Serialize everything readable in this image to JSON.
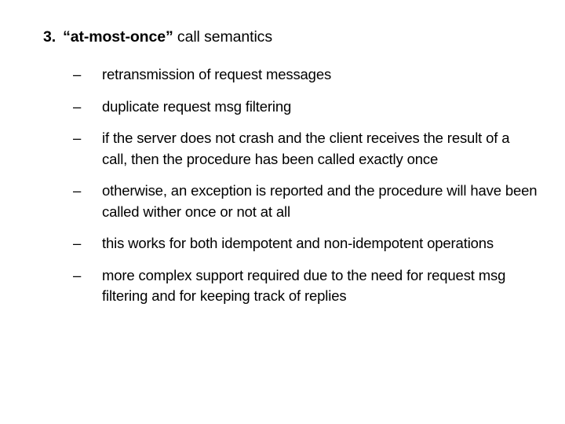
{
  "slide": {
    "background_color": "#ffffff",
    "text_color": "#000000",
    "title": {
      "number": "3.",
      "quoted_term": "“at-most-once”",
      "rest": " call semantics",
      "full_text": "3. “at-most-once” call semantics"
    },
    "bullet_marker": "–",
    "bullets": [
      {
        "marker": "–",
        "text": "retransmission of request messages"
      },
      {
        "marker": "–",
        "text": "duplicate request msg filtering"
      },
      {
        "marker": "–",
        "text": "if the server does not crash and the client receives the result of a call, then the procedure has been called exactly once"
      },
      {
        "marker": "–",
        "text": "otherwise, an exception is reported and the procedure will have been called wither once or not at all"
      },
      {
        "marker": "–",
        "text": "this works for both idempotent and non-idempotent operations"
      },
      {
        "marker": "–",
        "text": "more complex support required due to the need for request msg filtering and for keeping track of replies"
      }
    ]
  }
}
